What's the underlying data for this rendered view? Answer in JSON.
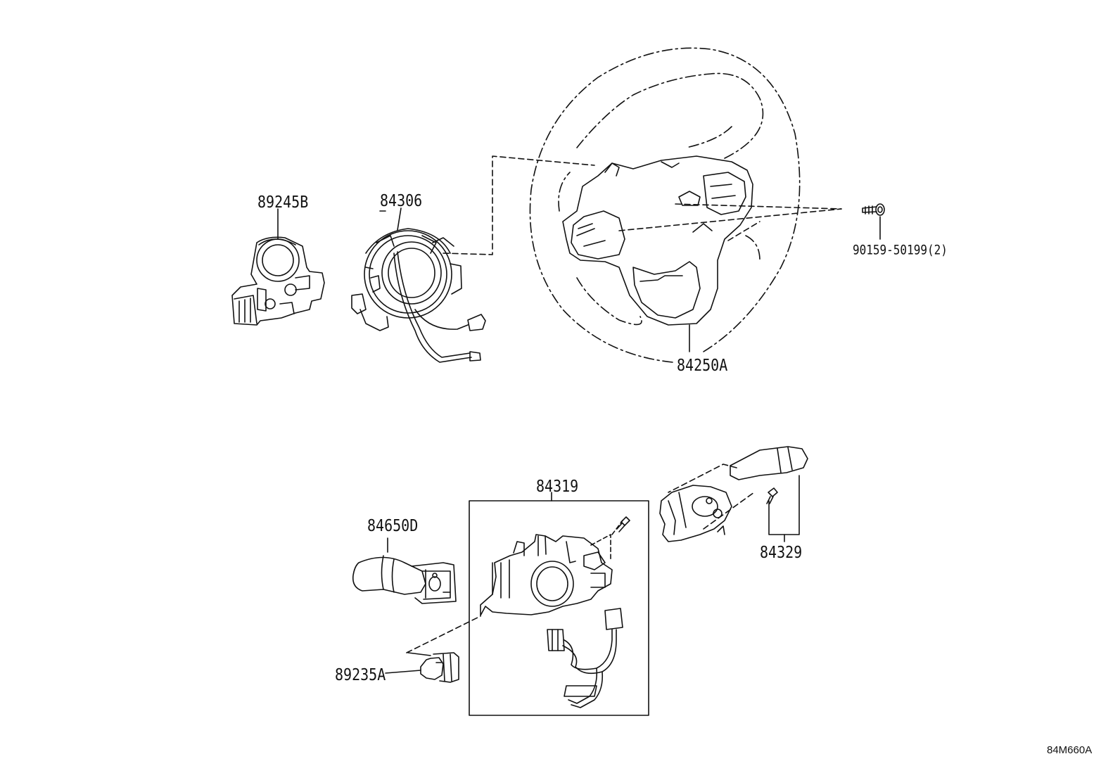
{
  "parts": {
    "p89245B": "89245B",
    "p84306": "84306",
    "p84250A": "84250A",
    "p9015950199": "90159-50199(2)",
    "p84319": "84319",
    "p84650D": "84650D",
    "p89235A": "89235A",
    "p84329": "84329"
  },
  "document_id": "84M660A"
}
